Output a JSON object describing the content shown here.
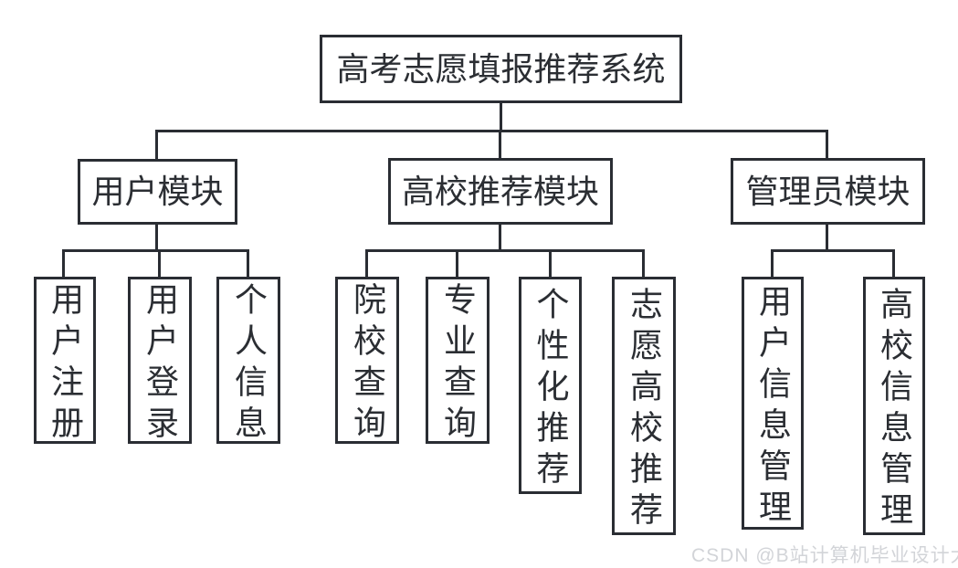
{
  "diagram": {
    "title": "高考志愿填报推荐系统",
    "modules": [
      {
        "label": "用户模块",
        "children": [
          "用户注册",
          "用户登录",
          "个人信息"
        ]
      },
      {
        "label": "高校推荐模块",
        "children": [
          "院校查询",
          "专业查询",
          "个性化推荐",
          "志愿高校推荐"
        ]
      },
      {
        "label": "管理员模块",
        "children": [
          "用户信息管理",
          "高校信息管理"
        ]
      }
    ]
  },
  "watermark": {
    "text": "CSDN @B站计算机毕业设计大学"
  },
  "colors": {
    "line": "#2a2d33",
    "text": "#2b2e33",
    "bg": "#ffffff",
    "watermark": "#d2d4d8"
  }
}
